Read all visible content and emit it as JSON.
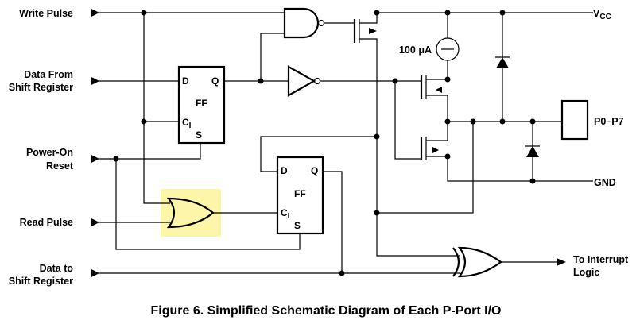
{
  "caption": "Figure 6.  Simplified Schematic Diagram of Each P-Port I/O",
  "inputs": {
    "write_pulse": "Write Pulse",
    "data_from_line1": "Data From",
    "data_from_line2": "Shift Register",
    "power_on_line1": "Power-On",
    "power_on_line2": "Reset",
    "read_pulse": "Read Pulse",
    "data_to_line1": "Data to",
    "data_to_line2": "Shift Register"
  },
  "outputs": {
    "vcc_main": "V",
    "vcc_sub": "CC",
    "gnd": "GND",
    "pin": "P0–P7",
    "interrupt_line1": "To Interrupt",
    "interrupt_line2": "Logic"
  },
  "current_source": "100 μA",
  "flipflop_top": {
    "d": "D",
    "q": "Q",
    "ff": "FF",
    "c": "C",
    "c_sub": "I",
    "s": "S"
  },
  "flipflop_bottom": {
    "d": "D",
    "q": "Q",
    "ff": "FF",
    "c": "C",
    "c_sub": "I",
    "s": "S"
  },
  "colors": {
    "highlight": "#fdf6a8"
  }
}
